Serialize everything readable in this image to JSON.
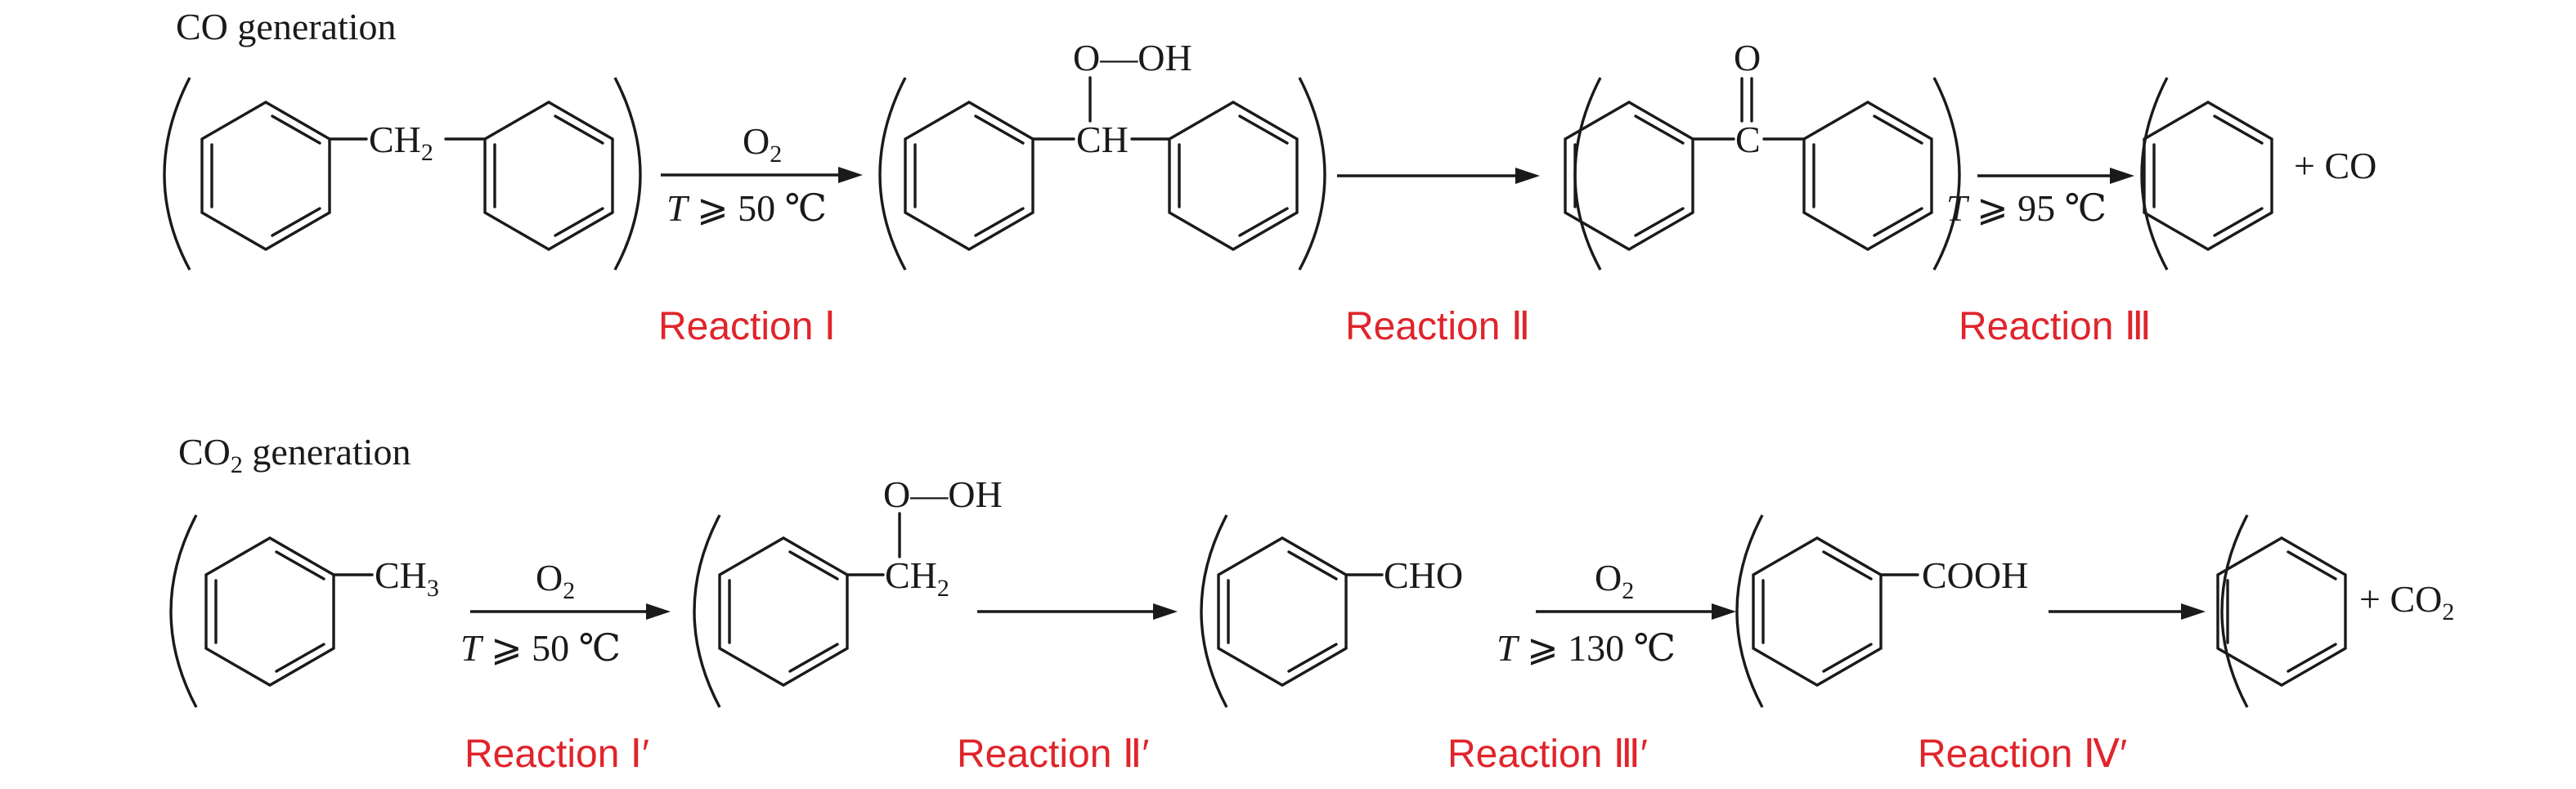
{
  "colors": {
    "label": "#e0242b",
    "ink": "#1a1a1a"
  },
  "co_row": {
    "title": "CO generation",
    "step1": {
      "reagent": "O",
      "reagent_sub": "2",
      "cond_T": "T",
      "cond_rest": " ⩾ 50 ℃",
      "label": "Reaction Ⅰ"
    },
    "step2": {
      "label": "Reaction Ⅱ"
    },
    "step3": {
      "cond_T": "T",
      "cond_rest": " ⩾ 95 ℃",
      "label": "Reaction Ⅲ"
    },
    "ch2": "CH",
    "ch2_sub": "2",
    "oo_h": "O—OH",
    "ch": "CH",
    "o": "O",
    "c": "C",
    "product": "+ CO"
  },
  "co2_row": {
    "title": "CO",
    "title_sub": "2",
    "title_rest": " generation",
    "step1": {
      "reagent": "O",
      "reagent_sub": "2",
      "cond_T": "T",
      "cond_rest": " ⩾ 50 ℃",
      "label": "Reaction Ⅰ′"
    },
    "step2": {
      "label": "Reaction Ⅱ′"
    },
    "step3": {
      "reagent": "O",
      "reagent_sub": "2",
      "cond_T": "T",
      "cond_rest": " ⩾ 130 ℃",
      "label": "Reaction Ⅲ′"
    },
    "step4": {
      "label": "Reaction Ⅳ′"
    },
    "ch3": "CH",
    "ch3_sub": "3",
    "oo_h": "O—OH",
    "ch2": "CH",
    "ch2_sub": "2",
    "cho": "CHO",
    "cooh": "COOH",
    "product": "+  CO",
    "product_sub": "2"
  }
}
